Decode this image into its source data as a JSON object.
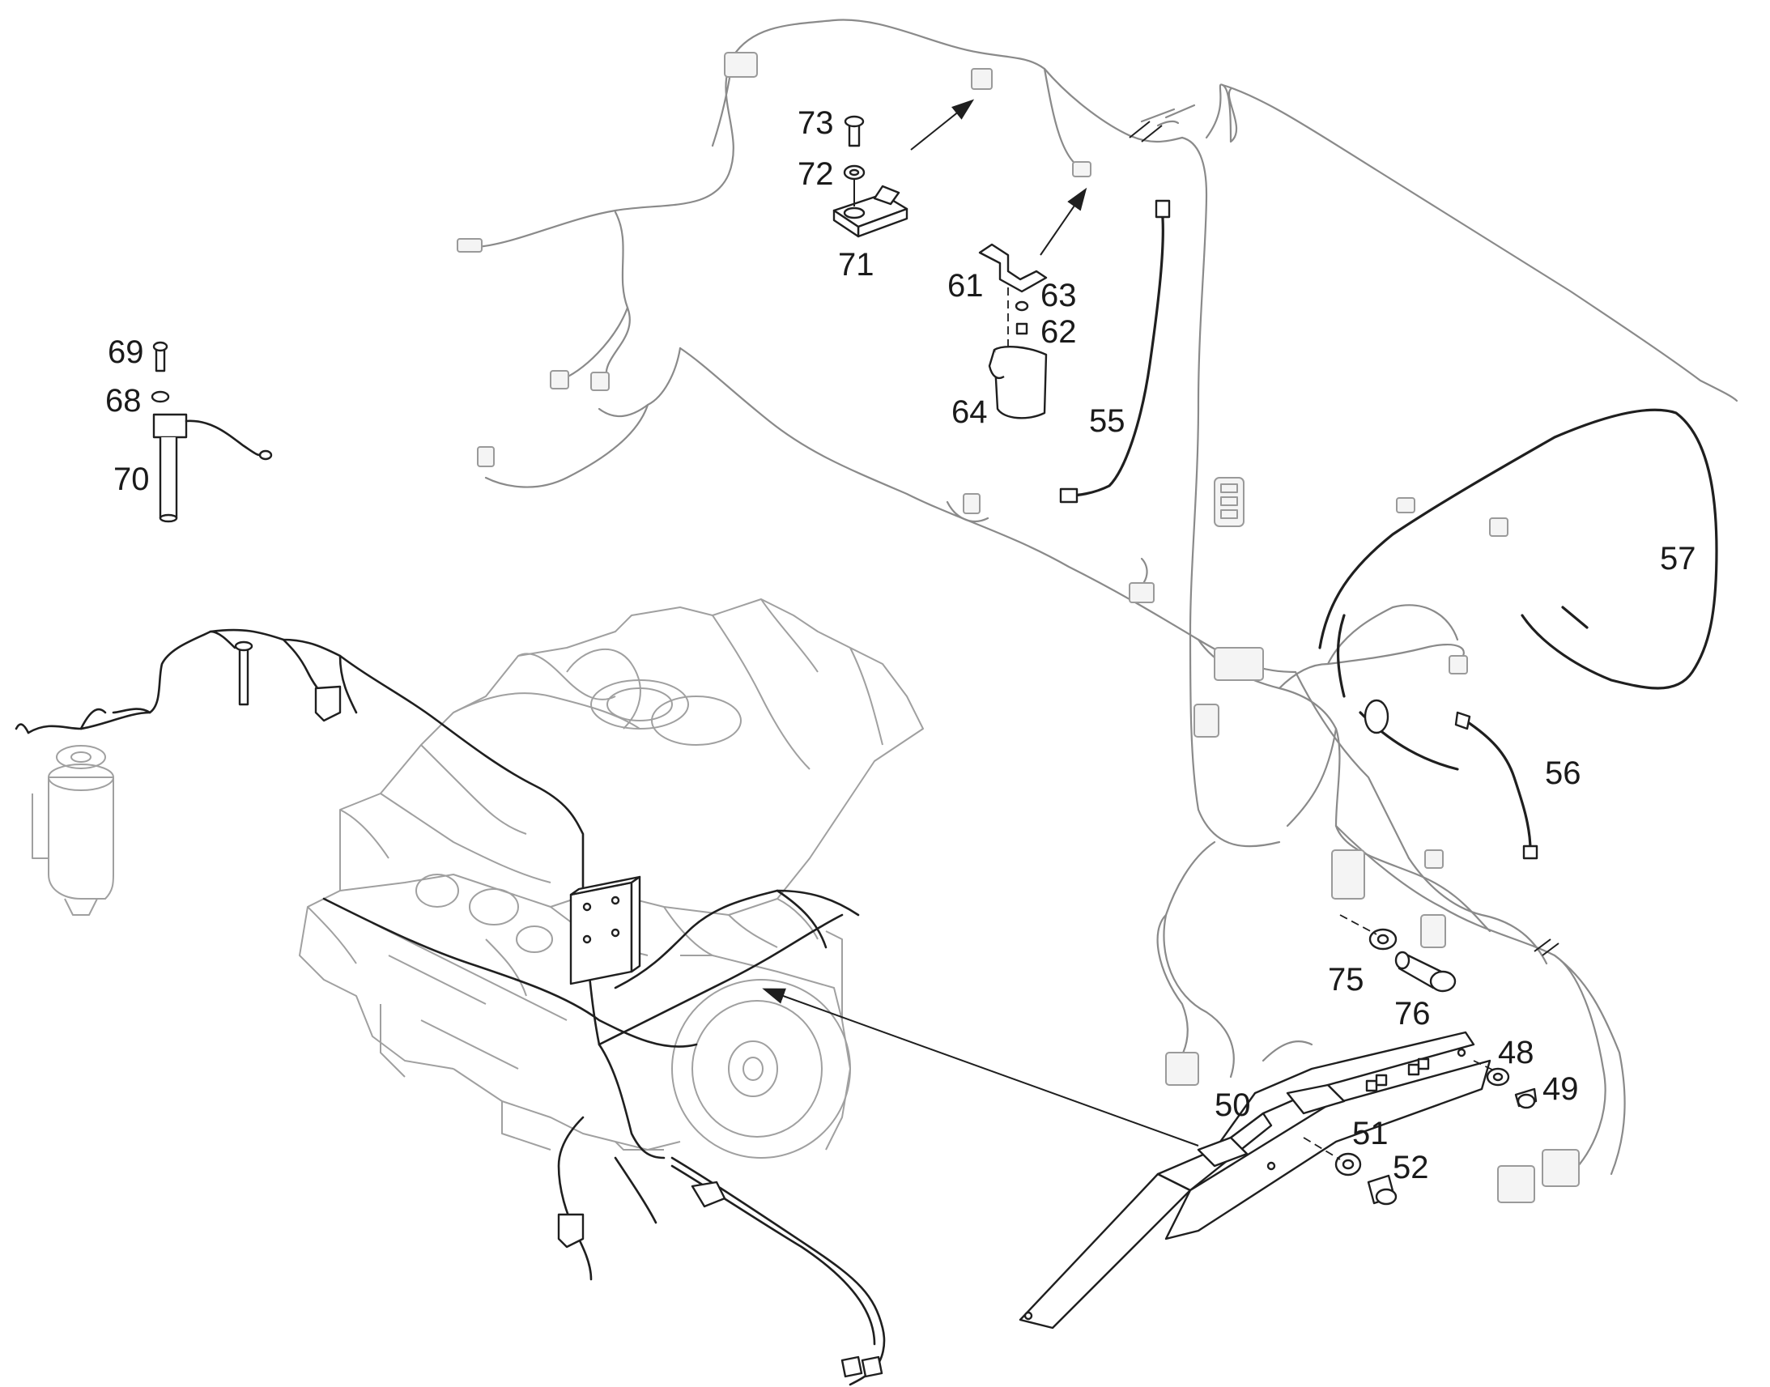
{
  "callouts": {
    "c48": "48",
    "c49": "49",
    "c50": "50",
    "c51": "51",
    "c52": "52",
    "c55": "55",
    "c56": "56",
    "c57": "57",
    "c61": "61",
    "c62": "62",
    "c63": "63",
    "c64": "64",
    "c68": "68",
    "c69": "69",
    "c70": "70",
    "c71": "71",
    "c72": "72",
    "c73": "73",
    "c75": "75",
    "c76": "76"
  }
}
